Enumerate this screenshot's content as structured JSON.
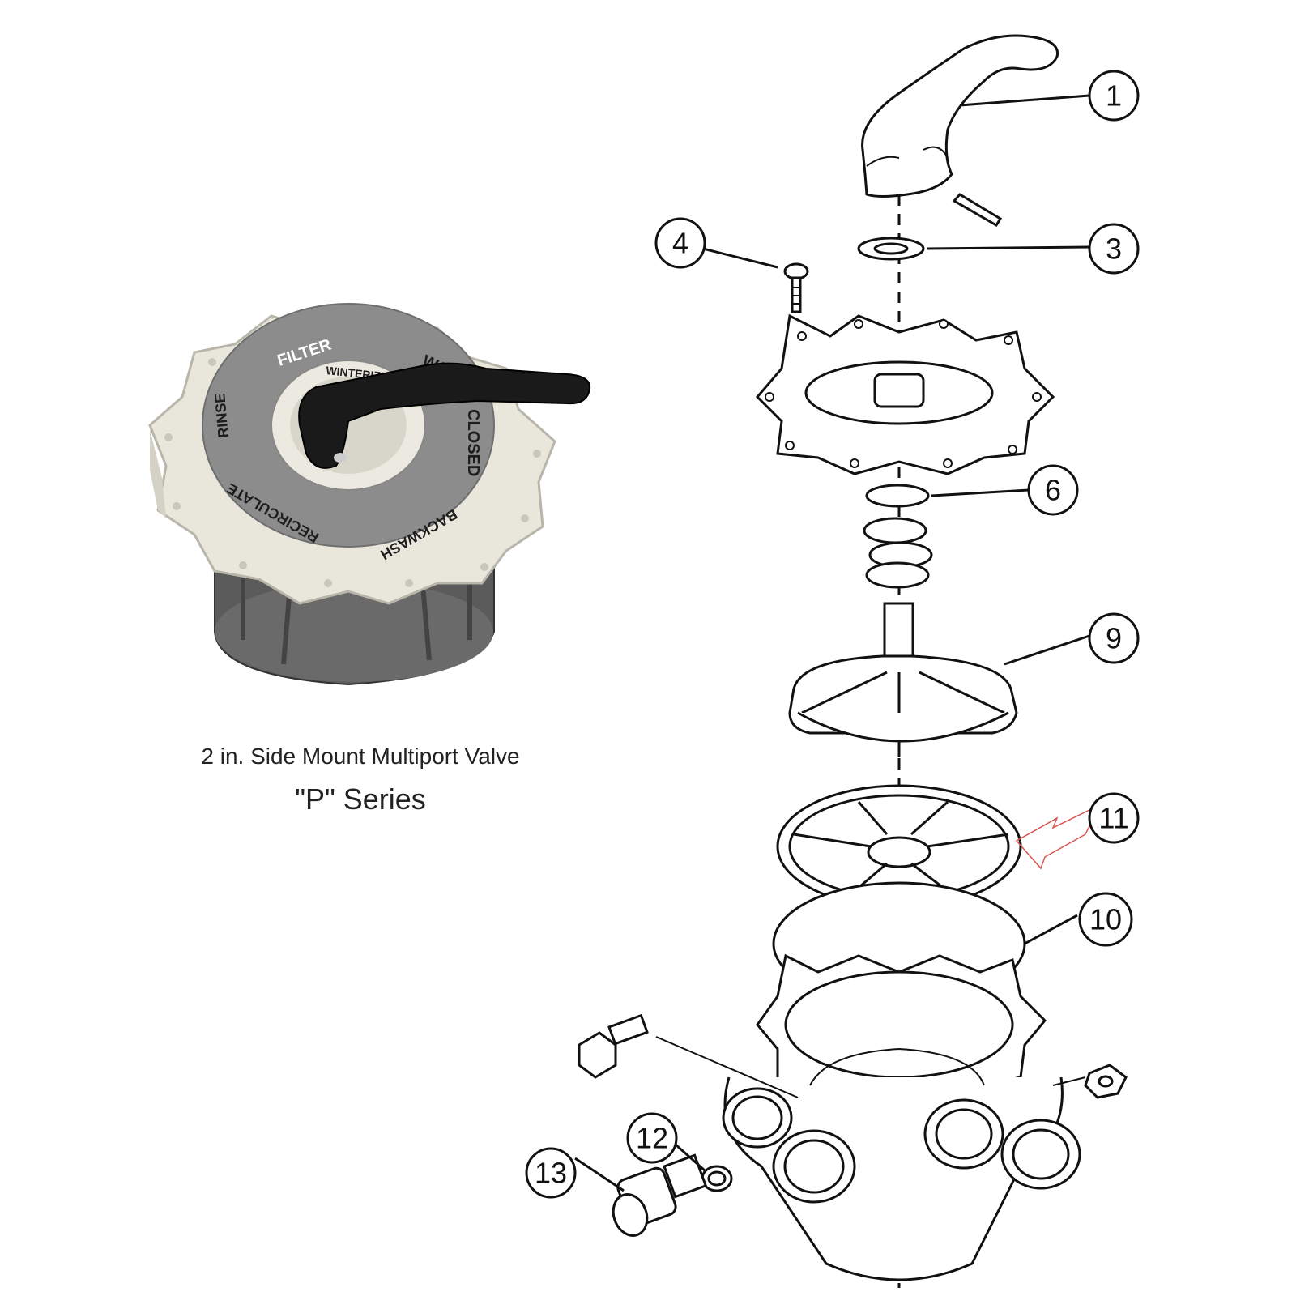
{
  "product": {
    "title": "2 in. Side Mount Multiport Valve",
    "series": "\"P\" Series"
  },
  "dial_labels": {
    "filter": "FILTER",
    "winterize": "WINTERIZE",
    "waste": "WASTE",
    "closed": "CLOSED",
    "backwash": "BACKWASH",
    "recirculate": "RECIRCULATE",
    "rinse": "RINSE"
  },
  "callouts": [
    "1",
    "3",
    "4",
    "6",
    "9",
    "10",
    "11",
    "12",
    "13"
  ],
  "colors": {
    "line": "#111111",
    "valve_body": "#e9e7dc",
    "dial_gray": "#8c8c8c",
    "handle": "#1a1a1a",
    "accent_arrow": "#d9534f"
  },
  "icons": [
    "valve-photo-icon",
    "exploded-diagram-icon"
  ]
}
